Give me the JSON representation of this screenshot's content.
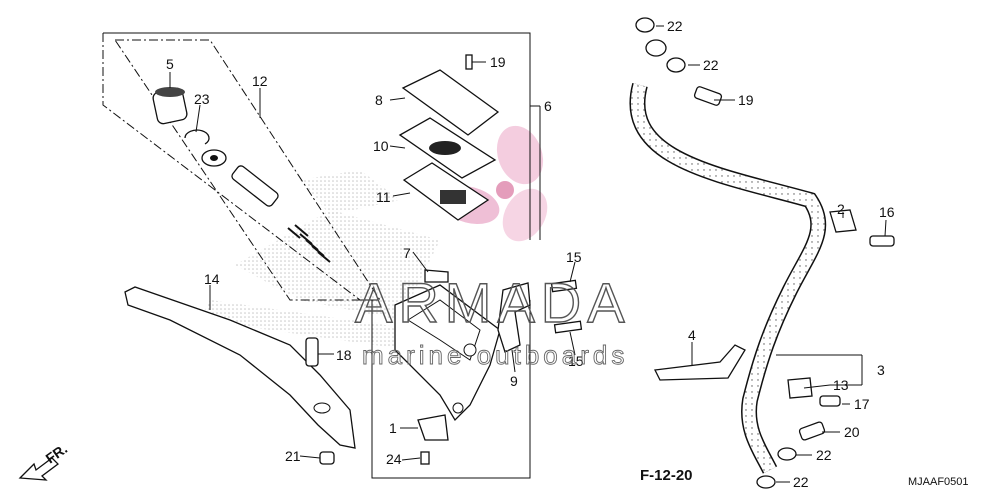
{
  "diagram": {
    "reference_code": "MJAAF0501",
    "cross_reference": "F-12-20",
    "direction_label": "FR.",
    "watermark": {
      "brand": "ARMADA",
      "tagline": "marine outboards"
    },
    "callouts": [
      "1",
      "2",
      "3",
      "4",
      "5",
      "6",
      "7",
      "8",
      "9",
      "10",
      "11",
      "12",
      "13",
      "14",
      "15",
      "15",
      "16",
      "17",
      "18",
      "19",
      "19",
      "20",
      "21",
      "22",
      "22",
      "22",
      "22",
      "23",
      "24"
    ]
  }
}
